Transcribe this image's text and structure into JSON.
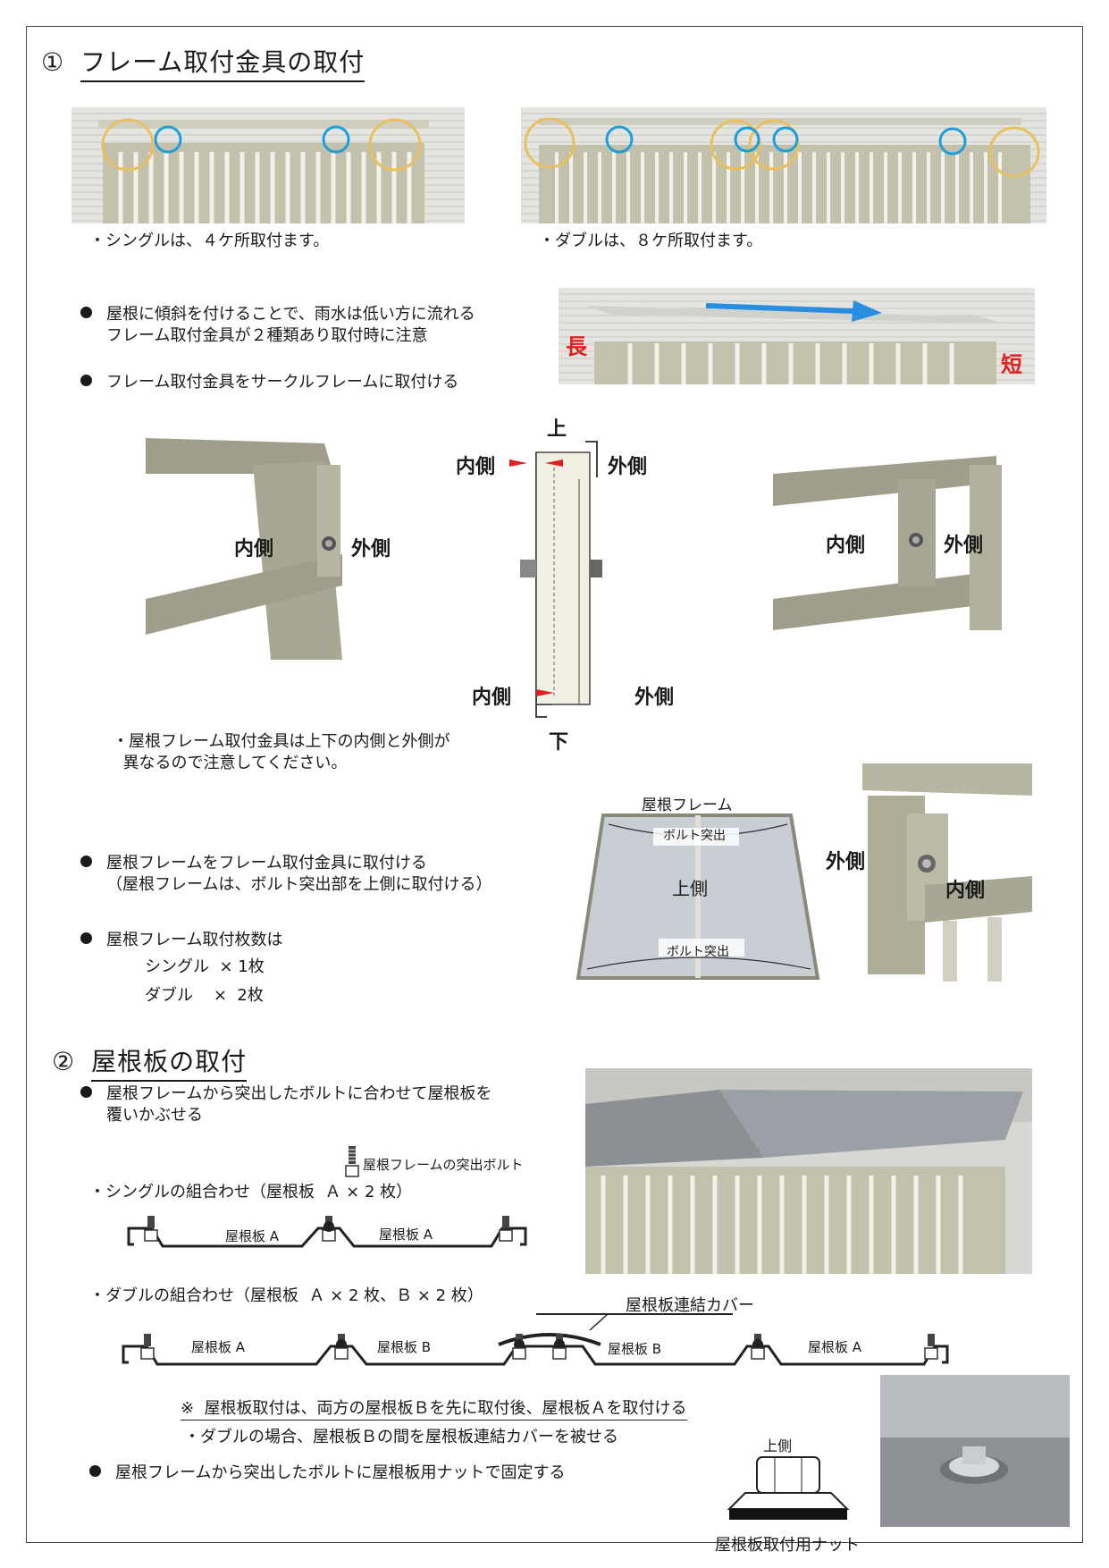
{
  "section1": {
    "number": "①",
    "title": "フレーム取付金具の取付",
    "single_note": "・シングルは、４ケ所取付ます。",
    "double_note": "・ダブルは、８ケ所取付ます。",
    "bullet1_line1": "屋根に傾斜を付けることで、雨水は低い方に流れる",
    "bullet1_line2": "フレーム取付金具が２種類あり取付時に注意",
    "long_label": "長",
    "short_label": "短",
    "bullet2": "フレーム取付金具をサークルフレームに取付ける",
    "inner": "内側",
    "outer": "外側",
    "top": "上",
    "bottom": "下",
    "caution_line1": "・屋根フレーム取付金具は上下の内側と外側が",
    "caution_line2": "異なるので注意してください。",
    "roof_frame_label": "屋根フレーム",
    "bolt_protrusion": "ボルト突出",
    "upper_side": "上側",
    "bullet3_line1": "屋根フレームをフレーム取付金具に取付ける",
    "bullet3_line2": "（屋根フレームは、ボルト突出部を上側に取付ける）",
    "bullet4": "屋根フレーム取付枚数は",
    "count_single": "シングル  × 1枚",
    "count_double": "ダブル    ×  2枚"
  },
  "section2": {
    "number": "②",
    "title": "屋根板の取付",
    "bullet1_line1": "屋根フレームから突出したボルトに合わせて屋根板を",
    "bullet1_line2": "覆いかぶせる",
    "bolt_label": "屋根フレームの突出ボルト",
    "single_combo": "・シングルの組合わせ（屋根板  Ａ × 2 枚）",
    "plate_a": "屋根板 A",
    "plate_b": "屋根板 B",
    "double_combo": "・ダブルの組合わせ（屋根板  Ａ × 2 枚、Ｂ × 2 枚）",
    "cover_label": "屋根板連結カバー",
    "note1": "※  屋根板取付は、両方の屋根板Ｂを先に取付後、屋根板Ａを取付ける",
    "note2": "・ダブルの場合、屋根板Ｂの間を屋根板連結カバーを被せる",
    "bullet2": "屋根フレームから突出したボルトに屋根板用ナットで固定する",
    "nut_upper": "上側",
    "nut_label": "屋根板取付用ナット"
  },
  "colors": {
    "blue_circle": "#1e9fd8",
    "yellow_circle": "#e8c060",
    "red": "#e02020",
    "frame": "#b8b5a2"
  }
}
